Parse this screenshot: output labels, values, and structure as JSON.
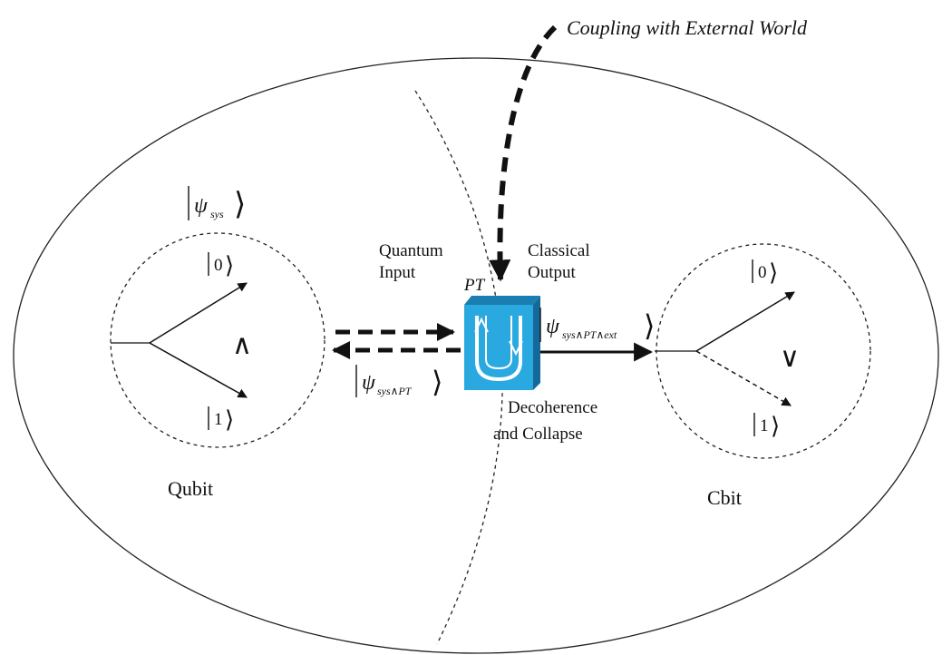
{
  "title": "Coupling with External World",
  "regions": {
    "quantum_input": [
      "Quantum",
      "Input"
    ],
    "classical_output": [
      "Classical",
      "Output"
    ],
    "decoherence": [
      "Decoherence",
      "and Collapse"
    ]
  },
  "device": {
    "label": "PT",
    "color": "#2aa9e0"
  },
  "qubit": {
    "label": "Qubit",
    "state_symbol": "ψ",
    "state_subscript": "sys",
    "ket0": "0",
    "ket1": "1",
    "operator": "∧"
  },
  "cbit": {
    "label": "Cbit",
    "ket0": "0",
    "ket1": "1",
    "operator": "∨"
  },
  "feedback_state": {
    "symbol": "ψ",
    "subscript": "sys∧PT"
  },
  "output_state": {
    "symbol": "ψ",
    "subscript": "sys∧PT∧ext"
  }
}
